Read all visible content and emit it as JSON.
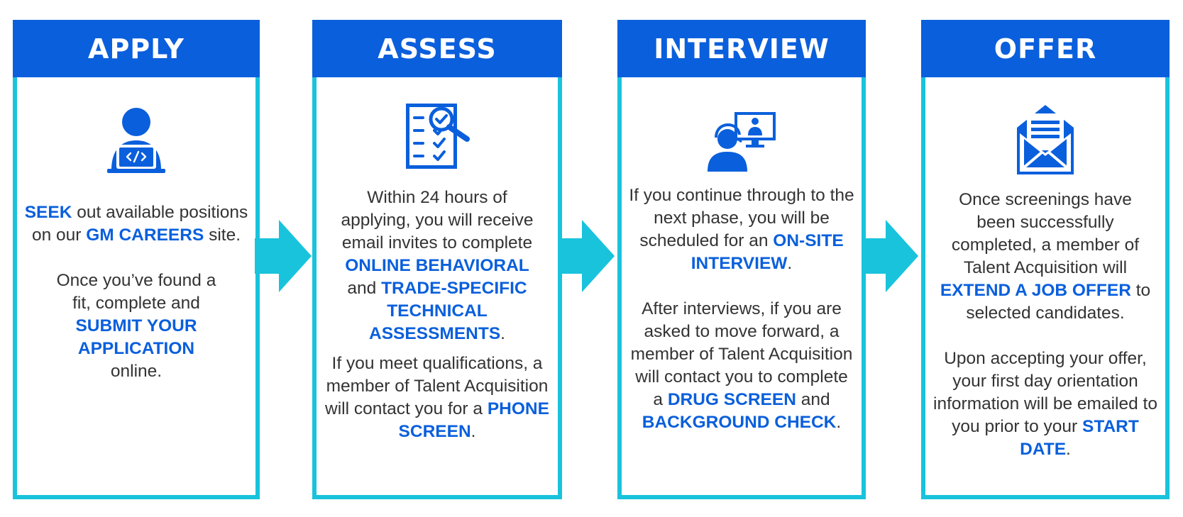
{
  "colors": {
    "header_blue": "#0a5fdc",
    "border_cyan": "#19c3dc",
    "arrow_cyan": "#19c3dc",
    "highlight_blue": "#0a5fdc",
    "body_text": "#333333"
  },
  "steps": [
    {
      "title": "APPLY",
      "icon": "person-laptop-icon",
      "p1": {
        "a_hl": "SEEK",
        "b": " out available positions on our ",
        "c_hl": "GM CAREERS",
        "d": " site."
      },
      "p2": {
        "a": "Once you’ve found a fit, complete and ",
        "b_hl": "SUBMIT YOUR APPLICATION",
        "c": " online."
      }
    },
    {
      "title": "ASSESS",
      "icon": "checklist-magnifier-icon",
      "p1": {
        "a": "Within 24 hours of applying, you will receive email invites to complete ",
        "b_hl": "ONLINE BEHAVIORAL",
        "c": " and ",
        "d_hl": "TRADE-SPECIFIC TECHNICAL ASSESSMENTS",
        "e": "."
      },
      "p2": {
        "a": "If you meet qualifications, a member of Talent Acquisition will contact you  for a ",
        "b_hl": "PHONE SCREEN",
        "c": "."
      }
    },
    {
      "title": "INTERVIEW",
      "icon": "video-interview-icon",
      "p1": {
        "a": "If you continue through to the next phase, you will be scheduled for an ",
        "b_hl": "ON-SITE INTERVIEW",
        "c": "."
      },
      "p2": {
        "a": "After interviews, if you are asked to move forward, a member of Talent Acquisition will contact you to complete a ",
        "b_hl": "DRUG SCREEN",
        "c": " and ",
        "d_hl": "BACKGROUND CHECK",
        "e": "."
      }
    },
    {
      "title": "OFFER",
      "icon": "open-envelope-icon",
      "p1": {
        "a": "Once screenings have been successfully completed, a member of Talent Acquisition will ",
        "b_hl": "EXTEND A JOB OFFER",
        "c": " to selected candidates."
      },
      "p2": {
        "a": "Upon accepting your offer, your first day orientation information will be emailed to you prior to your ",
        "b_hl": "START DATE",
        "c": "."
      }
    }
  ]
}
